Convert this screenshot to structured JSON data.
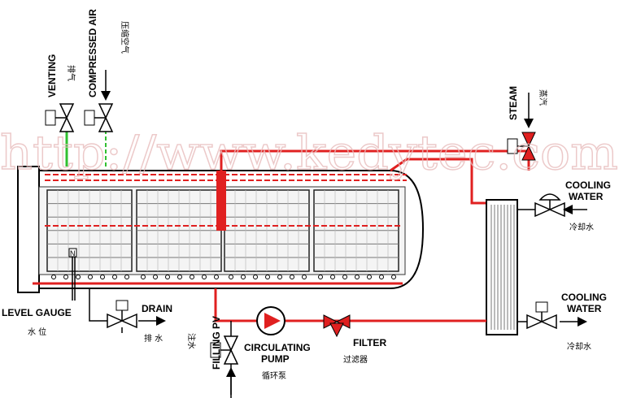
{
  "labels": {
    "venting": "VENTING",
    "venting_cn": "排气",
    "compressed_air": "COMPRESSED AIR",
    "compressed_air_cn": "压缩空气",
    "steam": "STEAM",
    "steam_cn": "蒸汽",
    "cooling_water_top_1": "COOLING",
    "cooling_water_top_2": "WATER",
    "cooling_water_top_cn": "冷却水",
    "cooling_water_bottom_1": "COOLING",
    "cooling_water_bottom_2": "WATER",
    "cooling_water_bottom_cn": "冷却水",
    "level_gauge": "LEVEL GAUGE",
    "level_gauge_cn": "水 位",
    "drain": "DRAIN",
    "drain_cn": "排 水",
    "filling_pv": "FILLING PV",
    "filling_cn": "注水",
    "circulating_pump_1": "CIRCULATING",
    "circulating_pump_2": "PUMP",
    "circulating_pump_cn": "循环泵",
    "filter": "FILTER",
    "filter_cn": "过滤器",
    "gauge_marker": "N"
  },
  "watermark": "http://www.kedytec.com",
  "colors": {
    "pipe_red": "#e02020",
    "pipe_green": "#30c030",
    "vessel_outline": "#000000",
    "watermark": "#e8bcbc"
  }
}
